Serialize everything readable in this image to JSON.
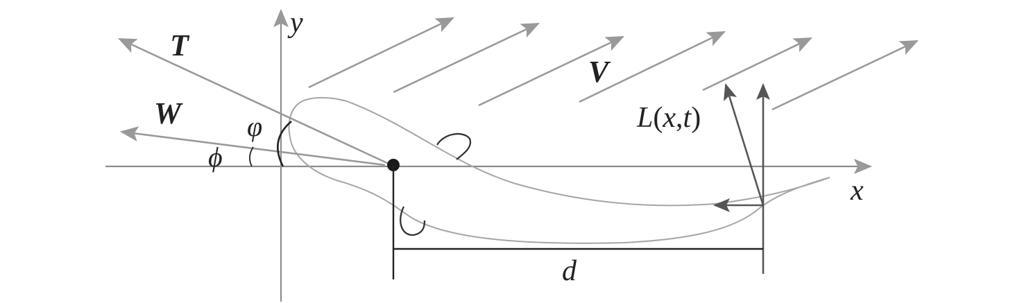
{
  "labels": {
    "y_axis": "y",
    "x_axis": "x",
    "thrust": "T",
    "velocity": "V",
    "wind": "W",
    "phi_upper": "φ",
    "phi_lower": "ϕ",
    "lift": "L(x,t)",
    "distance": "d"
  },
  "colors": {
    "axis": "#8c8c8c",
    "arrow_light": "#9a9a9a",
    "arrow_dark": "#555555",
    "outline": "#a6a6a6",
    "ink": "#222222"
  }
}
